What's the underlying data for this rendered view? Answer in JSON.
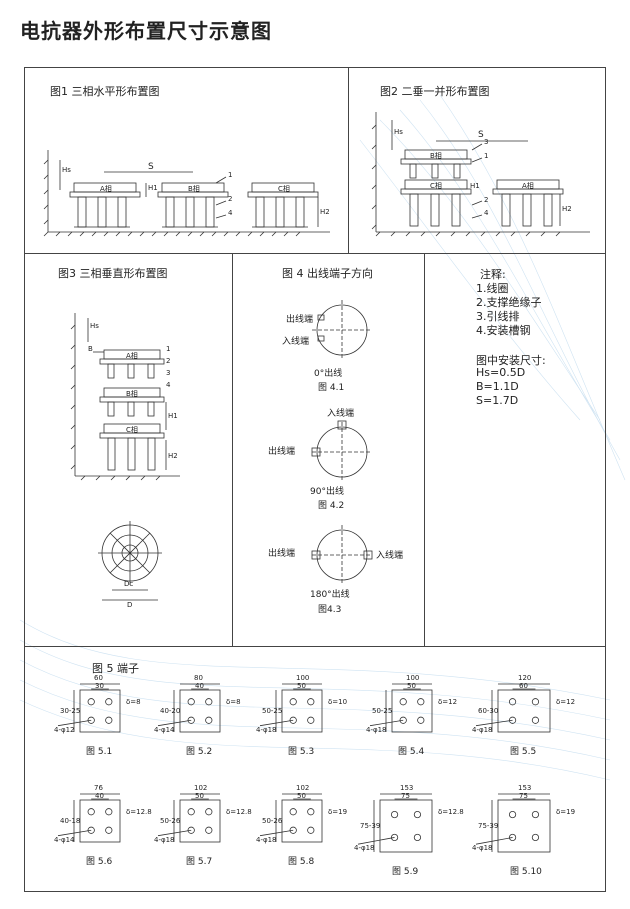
{
  "page_title": "电抗器外形布置尺寸示意图",
  "fig1": {
    "caption": "图1 三相水平形布置图",
    "phase_a": "A相",
    "phase_b": "B相",
    "phase_c": "C相",
    "dim_s": "S",
    "dim_hs": "Hs",
    "dim_h1": "H1",
    "dim_h2": "H2",
    "callouts": [
      "1",
      "2",
      "4"
    ]
  },
  "fig2": {
    "caption": "图2 二垂一并形布置图",
    "phase_a": "A相",
    "phase_b": "B相",
    "phase_c": "C相",
    "dim_s": "S",
    "dim_hs": "Hs",
    "dim_h1": "H1",
    "dim_h2": "H2",
    "callouts": [
      "3",
      "1",
      "2",
      "4"
    ]
  },
  "fig3": {
    "caption": "图3 三相垂直形布置图",
    "phase_a": "A相",
    "phase_b": "B相",
    "phase_c": "C相",
    "dim_hs": "Hs",
    "dim_b": "B",
    "dim_h1": "H1",
    "dim_h2": "H2",
    "dim_dc": "Dc",
    "dim_d": "D",
    "callouts": [
      "1",
      "2",
      "3",
      "4"
    ]
  },
  "fig4": {
    "caption": "图 4 出线端子方向",
    "out_label": "出线端",
    "in_label": "入线端",
    "sub1_angle": "0°出线",
    "sub1_cap": "图 4.1",
    "sub2_angle": "90°出线",
    "sub2_cap": "图 4.2",
    "sub3_angle": "180°出线",
    "sub3_cap": "图4.3"
  },
  "notes": {
    "heading": "注释:",
    "items": [
      "1.线圈",
      "2.支撑绝缘子",
      "3.引线排",
      "4.安装槽钢"
    ],
    "install_heading": "图中安装尺寸:",
    "install_items": [
      "Hs=0.5D",
      "B=1.1D",
      "S=1.7D"
    ]
  },
  "fig5": {
    "caption": "图 5 端子",
    "terminals": [
      {
        "cap": "图 5.1",
        "w": "60",
        "w2": "30",
        "h": "30-25",
        "d": "δ=8",
        "hole": "4-φ12"
      },
      {
        "cap": "图 5.2",
        "w": "80",
        "w2": "40",
        "h": "40-20",
        "d": "δ=8",
        "hole": "4-φ14"
      },
      {
        "cap": "图 5.3",
        "w": "100",
        "w2": "50",
        "h": "50-25",
        "d": "δ=10",
        "hole": "4-φ18"
      },
      {
        "cap": "图 5.4",
        "w": "100",
        "w2": "50",
        "h": "50-25",
        "d": "δ=12",
        "hole": "4-φ18"
      },
      {
        "cap": "图 5.5",
        "w": "120",
        "w2": "60",
        "h": "60-30",
        "d": "δ=12",
        "hole": "4-φ18"
      },
      {
        "cap": "图 5.6",
        "w": "76",
        "w2": "40",
        "h": "40-18",
        "d": "δ=12.8",
        "hole": "4-φ14"
      },
      {
        "cap": "图 5.7",
        "w": "102",
        "w2": "50",
        "h": "50-26",
        "d": "δ=12.8",
        "hole": "4-φ18"
      },
      {
        "cap": "图 5.8",
        "w": "102",
        "w2": "50",
        "h": "50-26",
        "d": "δ=19",
        "hole": "4-φ18"
      },
      {
        "cap": "图 5.9",
        "w": "153",
        "w2": "75",
        "h": "75-39",
        "d": "δ=12.8",
        "hole": "4-φ18"
      },
      {
        "cap": "图 5.10",
        "w": "153",
        "w2": "75",
        "h": "75-39",
        "d": "δ=19",
        "hole": "4-φ18"
      }
    ]
  }
}
